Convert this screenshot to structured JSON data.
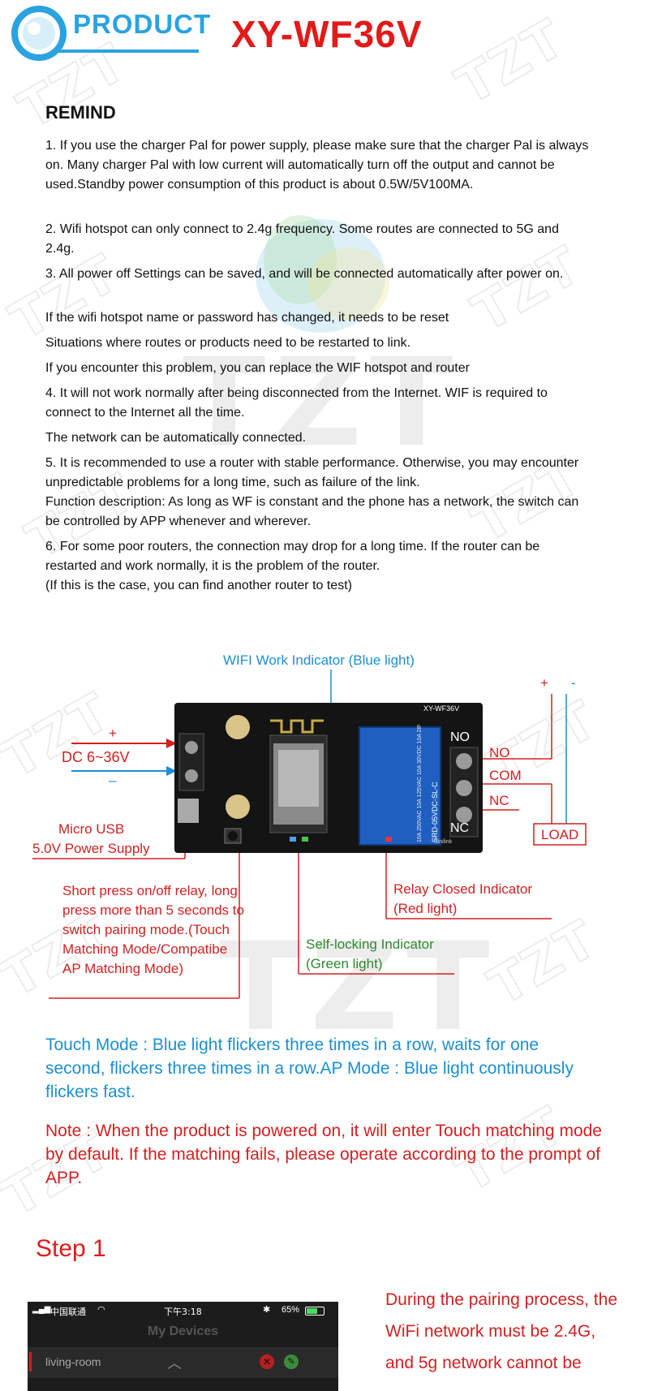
{
  "header": {
    "badge": "PRODUCT",
    "model": "XY-WF36V"
  },
  "remind": {
    "title": "REMIND",
    "p1": "1. If you use the charger Pal for power supply, please make sure that the charger Pal is always on. Many charger Pal with low current will automatically turn off the output and cannot be used.Standby power consumption of this product is about 0.5W/5V100MA.",
    "p2": "2. Wifi hotspot can only connect to 2.4g frequency. Some routes are connected to 5G and 2.4g.",
    "p3": "3. All power off Settings can be saved, and will be connected automatically after power on.",
    "p4": "If the wifi hotspot name or password has changed, it needs to be reset",
    "p5": "Situations where routes or products need to be restarted to link.",
    "p6": "If you encounter this problem, you can replace the WIF hotspot and router",
    "p7": "4. It will not work normally after being disconnected from the Internet. WIF is required to connect to the Internet all the time.",
    "p8": "The network can be automatically connected.",
    "p9": "5. It is recommended to use a router with stable performance. Otherwise, you may encounter unpredictable problems for a long time, such as failure of the link.",
    "p10": "Function description: As long as WF is constant and the phone has a network, the switch can be controlled by APP whenever and wherever.",
    "p11": "6. For some poor routers, the connection may drop for a long time. If the router can be restarted and work normally, it is the problem of the router.",
    "p12": "(If this is the case, you can find another router to test)"
  },
  "diagram": {
    "wifi_indicator": "WIFI Work Indicator (Blue light)",
    "plus": "+",
    "minus": "-",
    "dc": "DC 6~36V",
    "dc_minus": "–",
    "micro_usb_1": "Micro USB",
    "micro_usb_2": "5.0V Power Supply",
    "no": "NO",
    "com": "COM",
    "nc": "NC",
    "load": "LOAD",
    "short_press": "Short press on/off relay, long press more than 5 seconds to switch pairing mode.(Touch Matching Mode/Compatibe AP Matching Mode)",
    "relay_1": "Relay Closed Indicator",
    "relay_2": "(Red light)",
    "self_1": "Self-locking Indicator",
    "self_2": "(Green light)",
    "board_model": "XY-WF36V",
    "relay_text": "SRD-05VDC-SL-C",
    "relay_spec": "10A 250VAC 10A 125VAC 10A 30VDC 10A 28VDC",
    "board_no": "NO",
    "board_nc": "NC",
    "board_brand": "Sinilink"
  },
  "modes": {
    "touch": "Touch Mode : Blue light flickers three times in a row, waits for one second, flickers three times in a row.AP Mode : Blue light continuously flickers fast.",
    "note": "Note : When the product is powered on, it will enter Touch matching mode by default. If the matching fails, please operate according to the prompt of APP."
  },
  "step": {
    "title": "Step 1",
    "phone_carrier": "中国联通",
    "phone_time": "下午3:18",
    "phone_battery": "65%",
    "phone_header": "My Devices",
    "phone_item": "living-room",
    "side_l1": "During the pairing process, the",
    "side_l2": "WiFi network must be 2.4G,",
    "side_l3": "and 5g network cannot be"
  },
  "watermark": "TZT",
  "colors": {
    "red": "#d32020",
    "blue": "#1b8fd6",
    "green": "#2d8a2d",
    "board": "#1a1a1a",
    "relay": "#1f5fbf"
  }
}
